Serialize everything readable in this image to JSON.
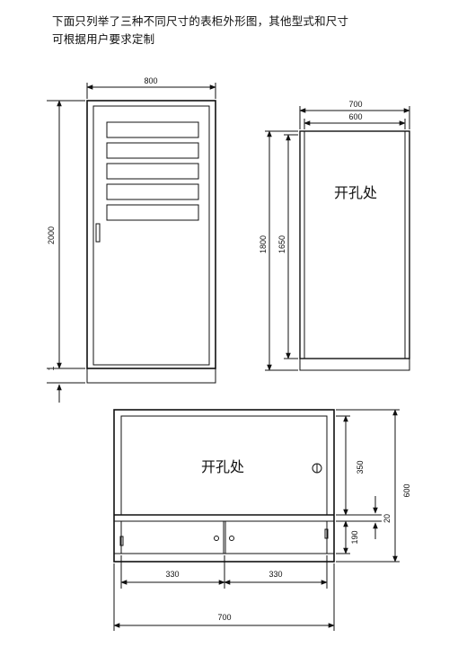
{
  "intro": {
    "line1": "下面只列举了三种不同尺寸的表柜外形图，其他型式和尺寸",
    "line2": "可根据用户要求定制"
  },
  "cabinet1": {
    "width_label": "800",
    "height_label": "2000",
    "base_label": "1"
  },
  "cabinet2": {
    "outer_width_label": "700",
    "inner_width_label": "600",
    "outer_height_label": "1800",
    "inner_height_label": "1650",
    "cutout_label": "开孔处"
  },
  "cabinet3": {
    "cutout_label": "开孔处",
    "upper_height_label": "350",
    "total_height_label": "600",
    "gap_label": "20",
    "lower_height_label": "190",
    "left_door_label": "330",
    "right_door_label": "330",
    "total_width_label": "700"
  }
}
